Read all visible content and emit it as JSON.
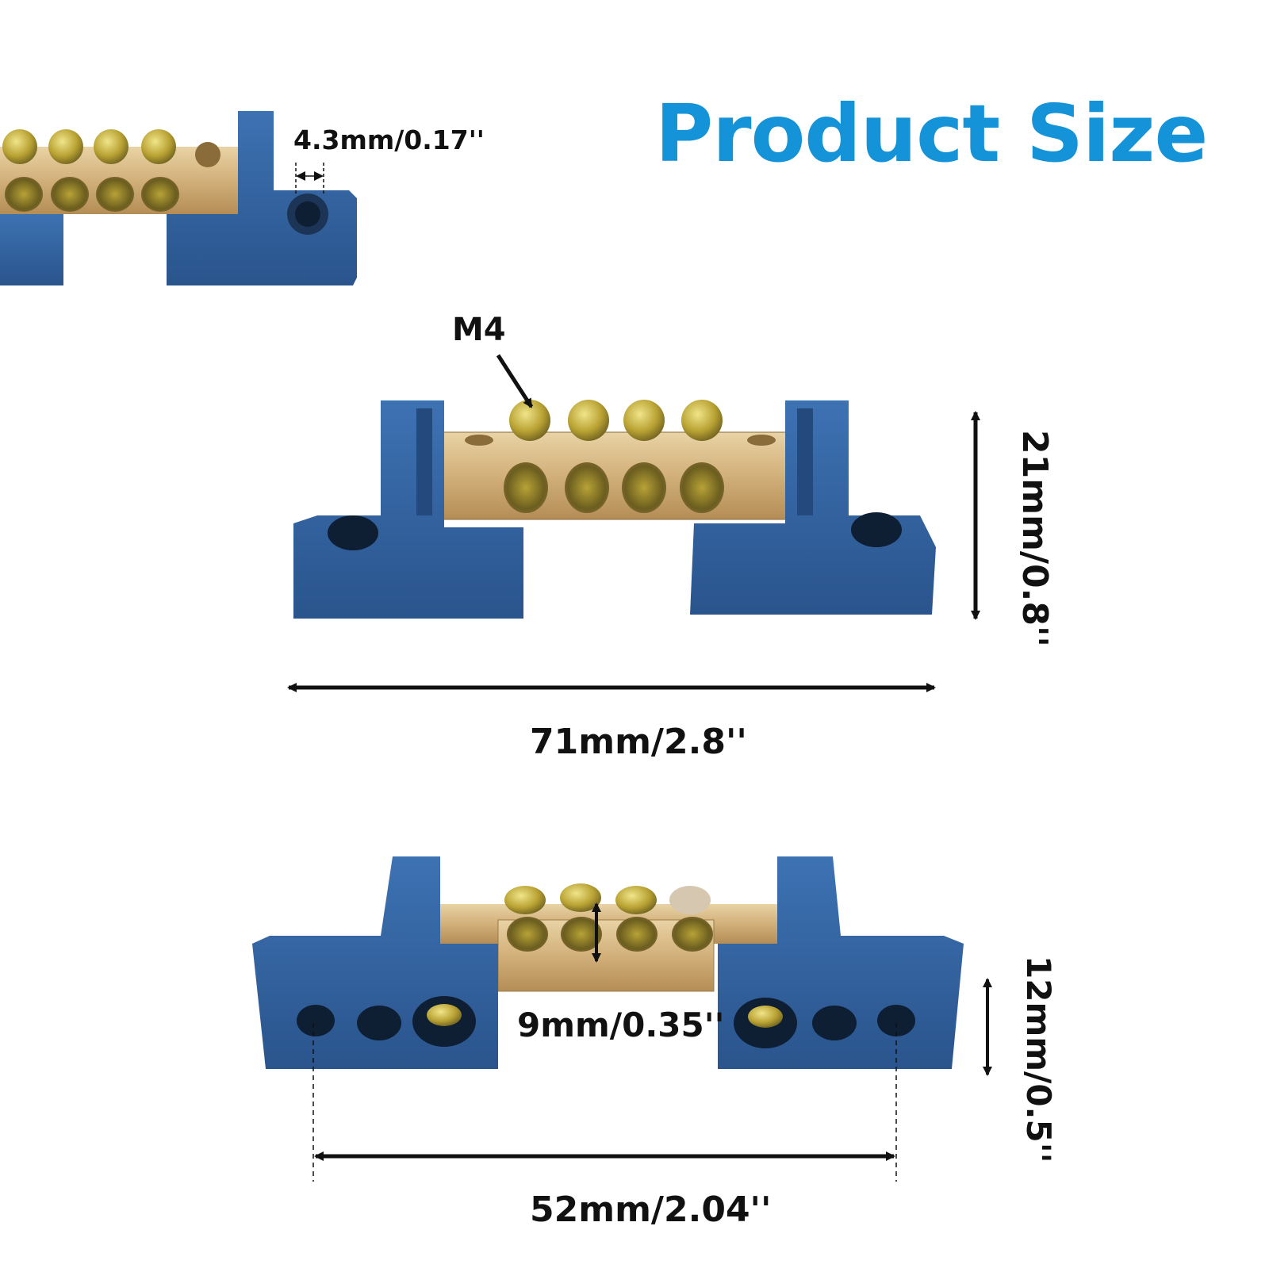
{
  "title": "Product Size",
  "labels": {
    "hole_diameter": "4.3mm/0.17''",
    "screw_size": "M4",
    "height": "21mm/0.8''",
    "overall_length": "71mm/2.8''",
    "bar_height": "9mm/0.35''",
    "bar_width": "12mm/0.5''",
    "mounting_distance": "52mm/2.04''"
  },
  "colors": {
    "title": "#1593d8",
    "plastic_base": "#2f5f9c",
    "brass_bar": "#d2b07a",
    "screw": "#b9a233",
    "annotation": "#111111"
  }
}
